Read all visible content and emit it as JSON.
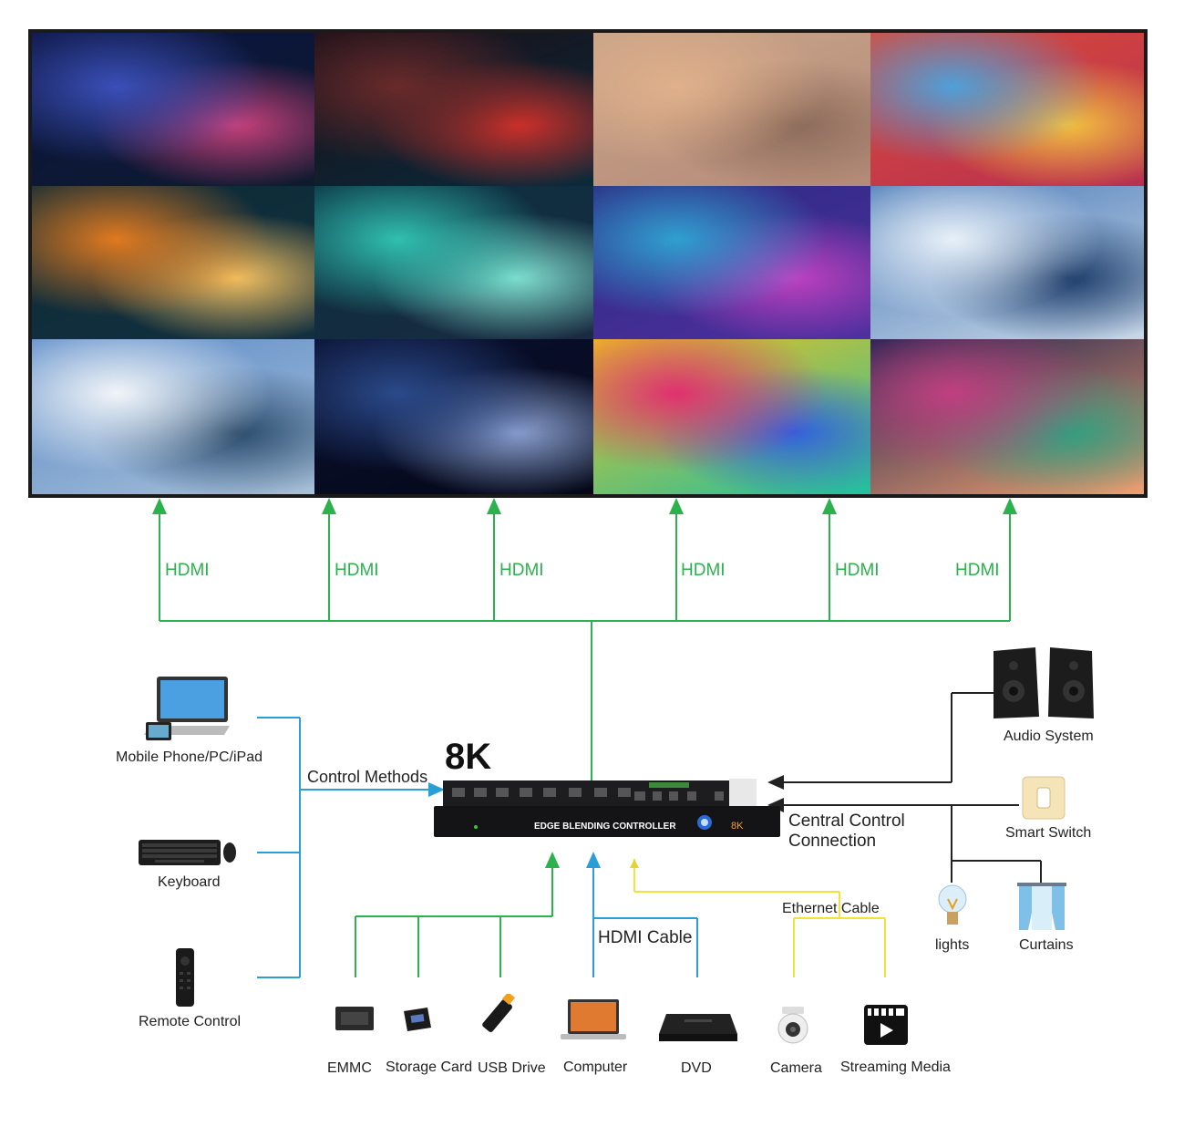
{
  "video_wall": {
    "tiles": [
      {
        "name": "night-sky-tile",
        "colors": [
          "#0b1440",
          "#3a4fb8",
          "#c7407a",
          "#0e1a2e"
        ]
      },
      {
        "name": "sports-car-tile",
        "colors": [
          "#1a0f18",
          "#6a2a2a",
          "#d0302a",
          "#0a2a3a"
        ]
      },
      {
        "name": "hot-air-balloons-tile",
        "colors": [
          "#c9a58a",
          "#e0b08a",
          "#8b6a5a",
          "#b48a78"
        ]
      },
      {
        "name": "abstract-cubes-tile",
        "colors": [
          "#d94a3a",
          "#4fa0d8",
          "#f2c040",
          "#b83050"
        ]
      },
      {
        "name": "vortex-tile",
        "colors": [
          "#0d2a35",
          "#e07a20",
          "#f3c060",
          "#123040"
        ]
      },
      {
        "name": "aurora-mountain-tile",
        "colors": [
          "#0a3040",
          "#30c0b0",
          "#80e0d0",
          "#1a2a40"
        ]
      },
      {
        "name": "color-explosion-tile",
        "colors": [
          "#2a2a80",
          "#30a0d0",
          "#c040c0",
          "#5030a0"
        ]
      },
      {
        "name": "snowy-lake-tile",
        "colors": [
          "#4a7ab8",
          "#e8f0f8",
          "#1a3a68",
          "#c8d8e8"
        ]
      },
      {
        "name": "snow-peak-tile",
        "colors": [
          "#5a8ac8",
          "#f0f4f8",
          "#2a4a6a",
          "#a8c0d8"
        ]
      },
      {
        "name": "milky-way-tile",
        "colors": [
          "#0a1030",
          "#2a4a8a",
          "#8aa0d0",
          "#050818"
        ]
      },
      {
        "name": "paint-swirl-tile",
        "colors": [
          "#f0c020",
          "#e03070",
          "#3060e0",
          "#20c0a0"
        ]
      },
      {
        "name": "aurora-forest-tile",
        "colors": [
          "#1a2050",
          "#c04080",
          "#30a080",
          "#f0a070"
        ]
      }
    ]
  },
  "hdmi_label": "HDMI",
  "hdmi_outputs": [
    "HDMI",
    "HDMI",
    "HDMI",
    "HDMI",
    "HDMI",
    "HDMI"
  ],
  "controller": {
    "badge": "8K",
    "name": "EDGE BLENDING CONTROLLER",
    "side_tag": "8K"
  },
  "labels": {
    "control_methods": "Control Methods",
    "central_control_line1": "Central Control",
    "central_control_line2": "Connection",
    "hdmi_cable": "HDMI Cable",
    "ethernet_cable": "Ethernet Cable"
  },
  "left_devices": [
    {
      "label": "Mobile Phone/PC/iPad",
      "icon": "laptop-tablet-icon"
    },
    {
      "label": "Keyboard",
      "icon": "keyboard-icon"
    },
    {
      "label": "Remote Control",
      "icon": "remote-control-icon"
    }
  ],
  "bottom_devices": [
    {
      "label": "EMMC",
      "icon": "emmc-chip-icon"
    },
    {
      "label": "Storage Card",
      "icon": "sd-card-icon"
    },
    {
      "label": "USB Drive",
      "icon": "usb-drive-icon"
    },
    {
      "label": "Computer",
      "icon": "laptop-icon"
    },
    {
      "label": "DVD",
      "icon": "dvd-player-icon"
    },
    {
      "label": "Camera",
      "icon": "security-camera-icon"
    },
    {
      "label": "Streaming Media",
      "icon": "streaming-media-icon"
    }
  ],
  "right_devices": [
    {
      "label": "Audio System",
      "icon": "speakers-icon"
    },
    {
      "label": "Smart Switch",
      "icon": "light-switch-icon"
    },
    {
      "label": "lights",
      "icon": "light-bulb-icon"
    },
    {
      "label": "Curtains",
      "icon": "curtains-icon"
    }
  ],
  "colors": {
    "hdmi_green": "#2bb24c",
    "control_blue": "#2a9fd6",
    "ethernet_yellow": "#f2e23a",
    "central_black": "#222222"
  }
}
